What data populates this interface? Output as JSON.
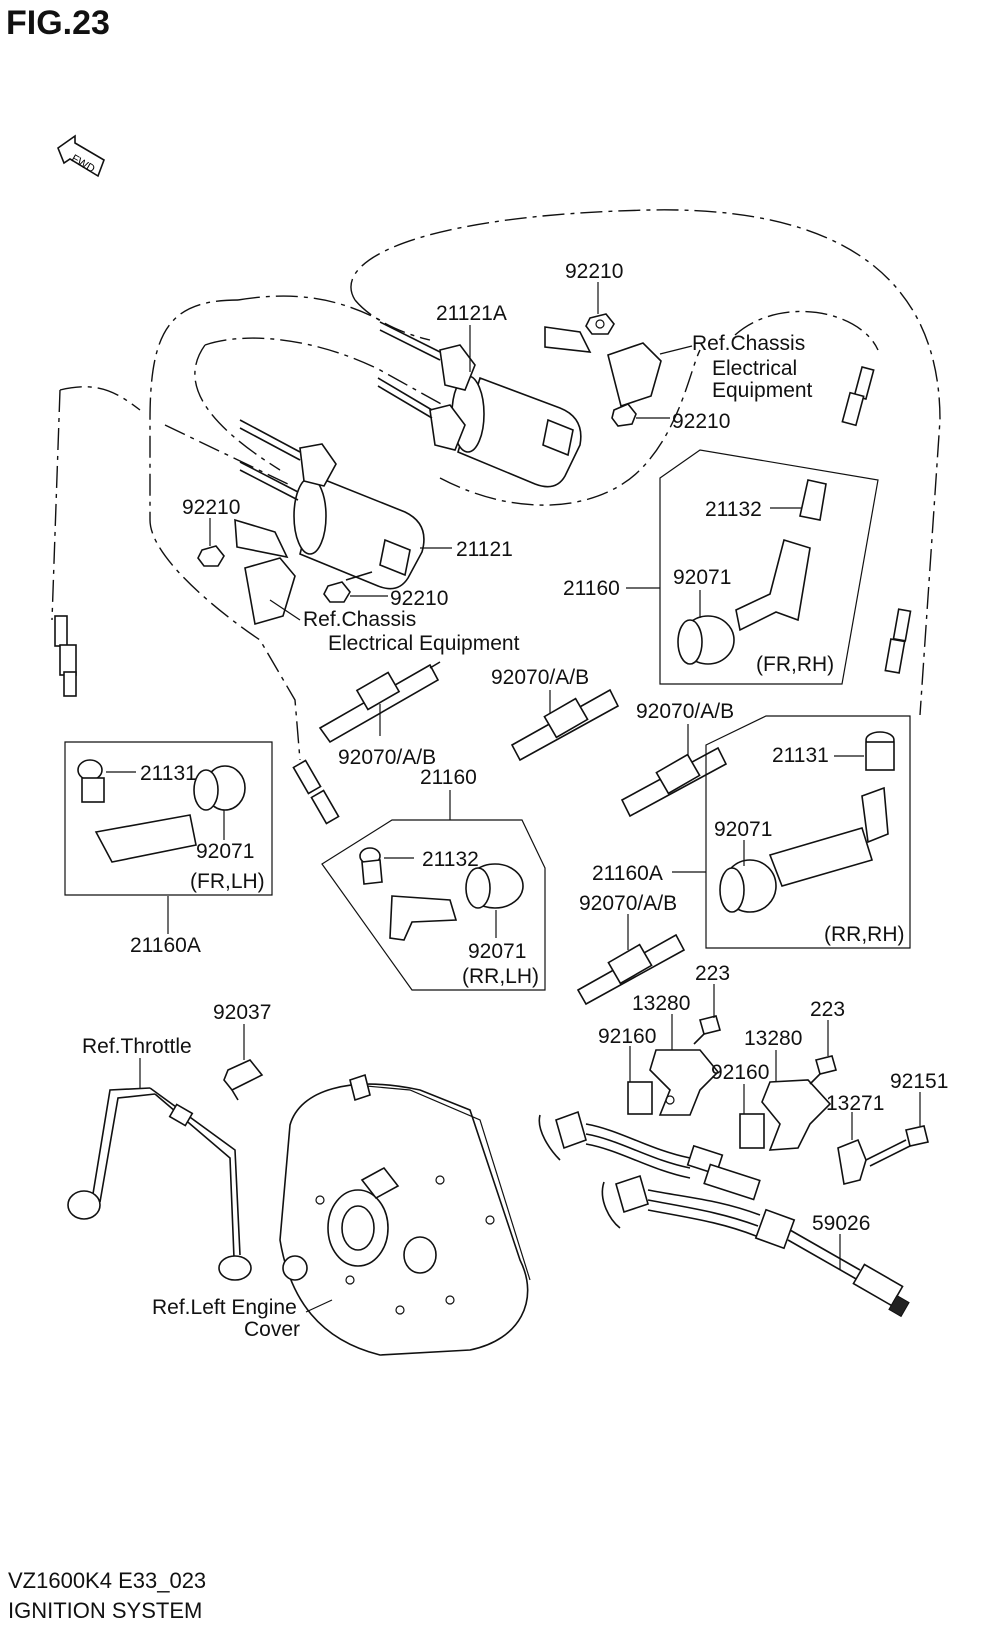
{
  "figure_title": "FIG.23",
  "direction_marker": "FWD",
  "footer": {
    "model_code": "VZ1600K4 E33_023",
    "section_name": "IGNITION SYSTEM"
  },
  "callouts": {
    "n92210_top": "92210",
    "n21121A": "21121A",
    "ref_chassis_top_1": "Ref.Chassis",
    "ref_chassis_top_2": "Electrical",
    "ref_chassis_top_3": "Equipment",
    "n92210_mid_right": "92210",
    "n21132_upper": "21132",
    "n92210_left": "92210",
    "n21121": "21121",
    "n92210_lower": "92210",
    "ref_chassis_mid_1": "Ref.Chassis",
    "ref_chassis_mid_2": "Electrical Equipment",
    "n21160_upper": "21160",
    "n92071_upper": "92071",
    "fr_rh": "(FR,RH)",
    "n92070_a": "92070/A/B",
    "n92070_b": "92070/A/B",
    "n92070_c": "92070/A/B",
    "n21160_mid": "21160",
    "n21131_left": "21131",
    "n21131_right": "21131",
    "n92071_left": "92071",
    "fr_lh": "(FR,LH)",
    "n21132_mid": "21132",
    "n92071_right": "92071",
    "n21160A_right": "21160A",
    "n92071_center": "92071",
    "rr_lh": "(RR,LH)",
    "rr_rh": "(RR,RH)",
    "n21160A_left": "21160A",
    "n92070_d": "92070/A/B",
    "n223_a": "223",
    "n13280_a": "13280",
    "n223_b": "223",
    "n13280_b": "13280",
    "n92037": "92037",
    "ref_throttle": "Ref.Throttle",
    "n92160_a": "92160",
    "n92160_b": "92160",
    "n92151": "92151",
    "n13271": "13271",
    "n59026": "59026",
    "ref_left_engine_1": "Ref.Left Engine",
    "ref_left_engine_2": "Cover"
  }
}
